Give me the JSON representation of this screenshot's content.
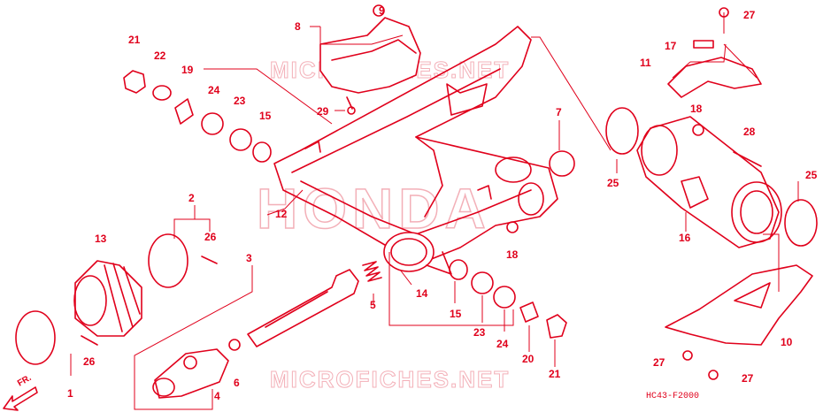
{
  "diagram": {
    "watermark_top": "MICROFICHES.NET",
    "watermark_bottom": "MICROFICHES.NET",
    "watermark_brand": "HONDA",
    "drawing_code": "HC43-F2000",
    "direction_label": "FR.",
    "callouts": {
      "c1": "1",
      "c2": "2",
      "c3": "3",
      "c4": "4",
      "c5": "5",
      "c6": "6",
      "c7": "7",
      "c8": "8",
      "c9": "9",
      "c10": "10",
      "c11": "11",
      "c12": "12",
      "c13": "13",
      "c14": "14",
      "c15a": "15",
      "c15b": "15",
      "c16": "16",
      "c17": "17",
      "c18a": "18",
      "c18b": "18",
      "c19": "19",
      "c20": "20",
      "c21a": "21",
      "c21b": "21",
      "c22": "22",
      "c23a": "23",
      "c23b": "23",
      "c24a": "24",
      "c24b": "24",
      "c25a": "25",
      "c25b": "25",
      "c26a": "26",
      "c26b": "26",
      "c27a": "27",
      "c27b": "27",
      "c27c": "27",
      "c28": "28",
      "c29": "29"
    },
    "colors": {
      "line": "#e0001b",
      "watermark": "#f3b0b8"
    }
  }
}
